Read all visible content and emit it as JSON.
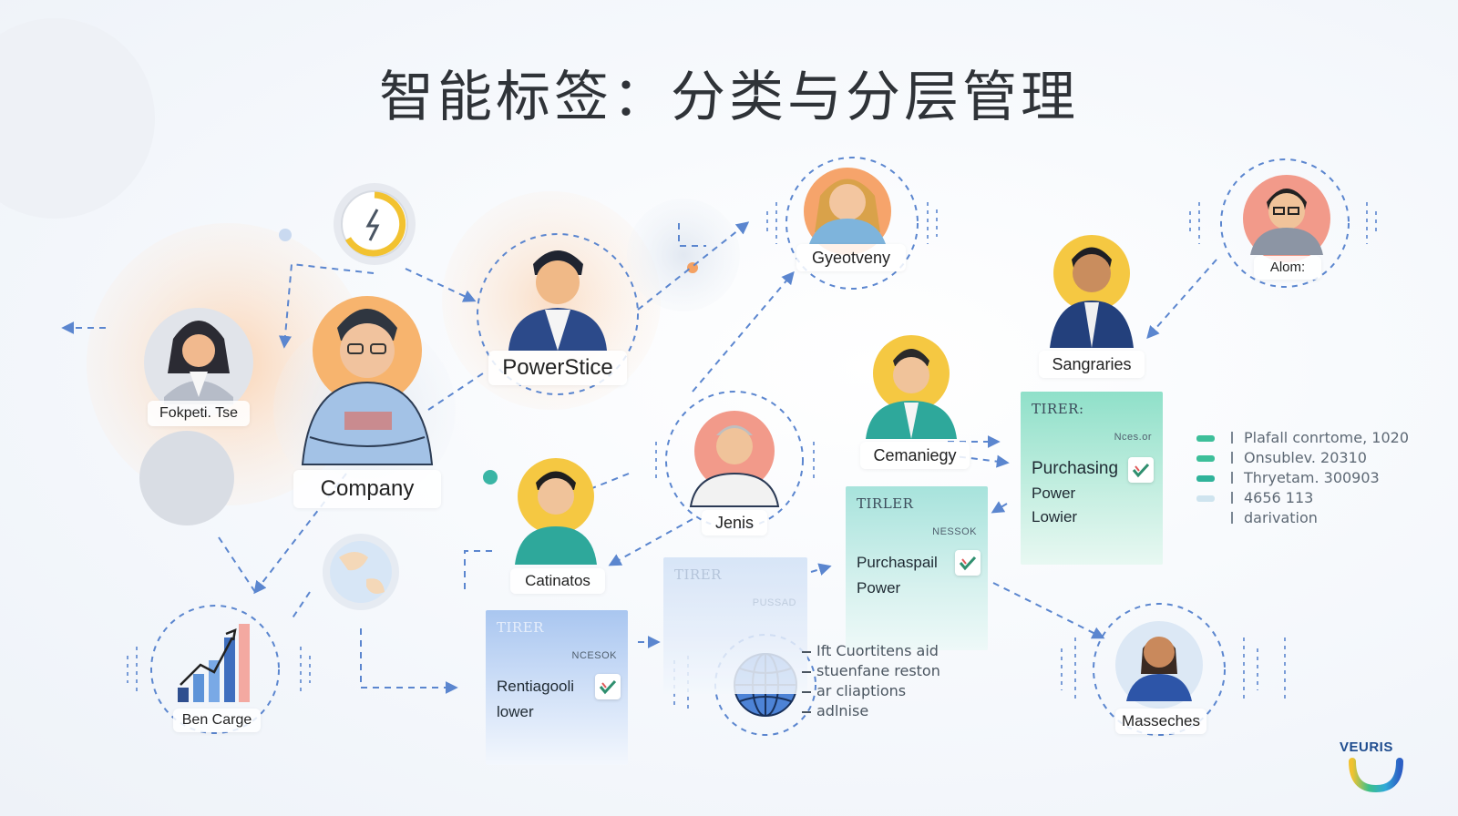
{
  "title": "智能标签：分类与分层管理",
  "nodes": {
    "fokpeti": "Fokpeti. Tse",
    "company": "Company",
    "powerstice": "PowerStice",
    "gyeotveny": "Gyeotveny",
    "alome": "Alom:",
    "sangraries": "Sangraries",
    "cemaniegy": "Cemaniegy",
    "jenis": "Jenis",
    "catinatos": "Catinatos",
    "ben_carge": "Ben Carge",
    "masseches": "Masseches"
  },
  "cards": {
    "green_top": {
      "tier": "TIRER:",
      "code": "Nces.or",
      "lines": [
        "Purchasing",
        "Power",
        "Lowier"
      ]
    },
    "teal_mid": {
      "tier": "TIRLER",
      "code": "NESSOK",
      "lines": [
        "Purchaspail",
        "Power"
      ]
    },
    "blue_left": {
      "tier": "TIRER",
      "code": "NCESOK",
      "lines": [
        "Rentiagooli",
        "lower"
      ]
    },
    "faded": {
      "tier": "TIRER",
      "code": "PUSSAD"
    }
  },
  "legend": [
    {
      "text": "Plafall conrtome, 1020",
      "color": "#3dbf9a"
    },
    {
      "text": "Onsublev. 20310",
      "color": "#3dbf9a"
    },
    {
      "text": "Thryetam. 300903",
      "color": "#2fb39a"
    },
    {
      "text": "4656  113",
      "color": "#cfe4ef"
    },
    {
      "text": "darivation",
      "color": "#ffffff"
    }
  ],
  "notes": [
    "Ift Cuortitens aid",
    "stuenfane reston",
    "ar cliaptions",
    "adlnise"
  ],
  "brand": "VEURIS",
  "colors": {
    "accent_blue": "#4a7bd0",
    "accent_orange": "#f7a86b",
    "accent_teal": "#2fb39a",
    "accent_yellow": "#f5c842"
  }
}
